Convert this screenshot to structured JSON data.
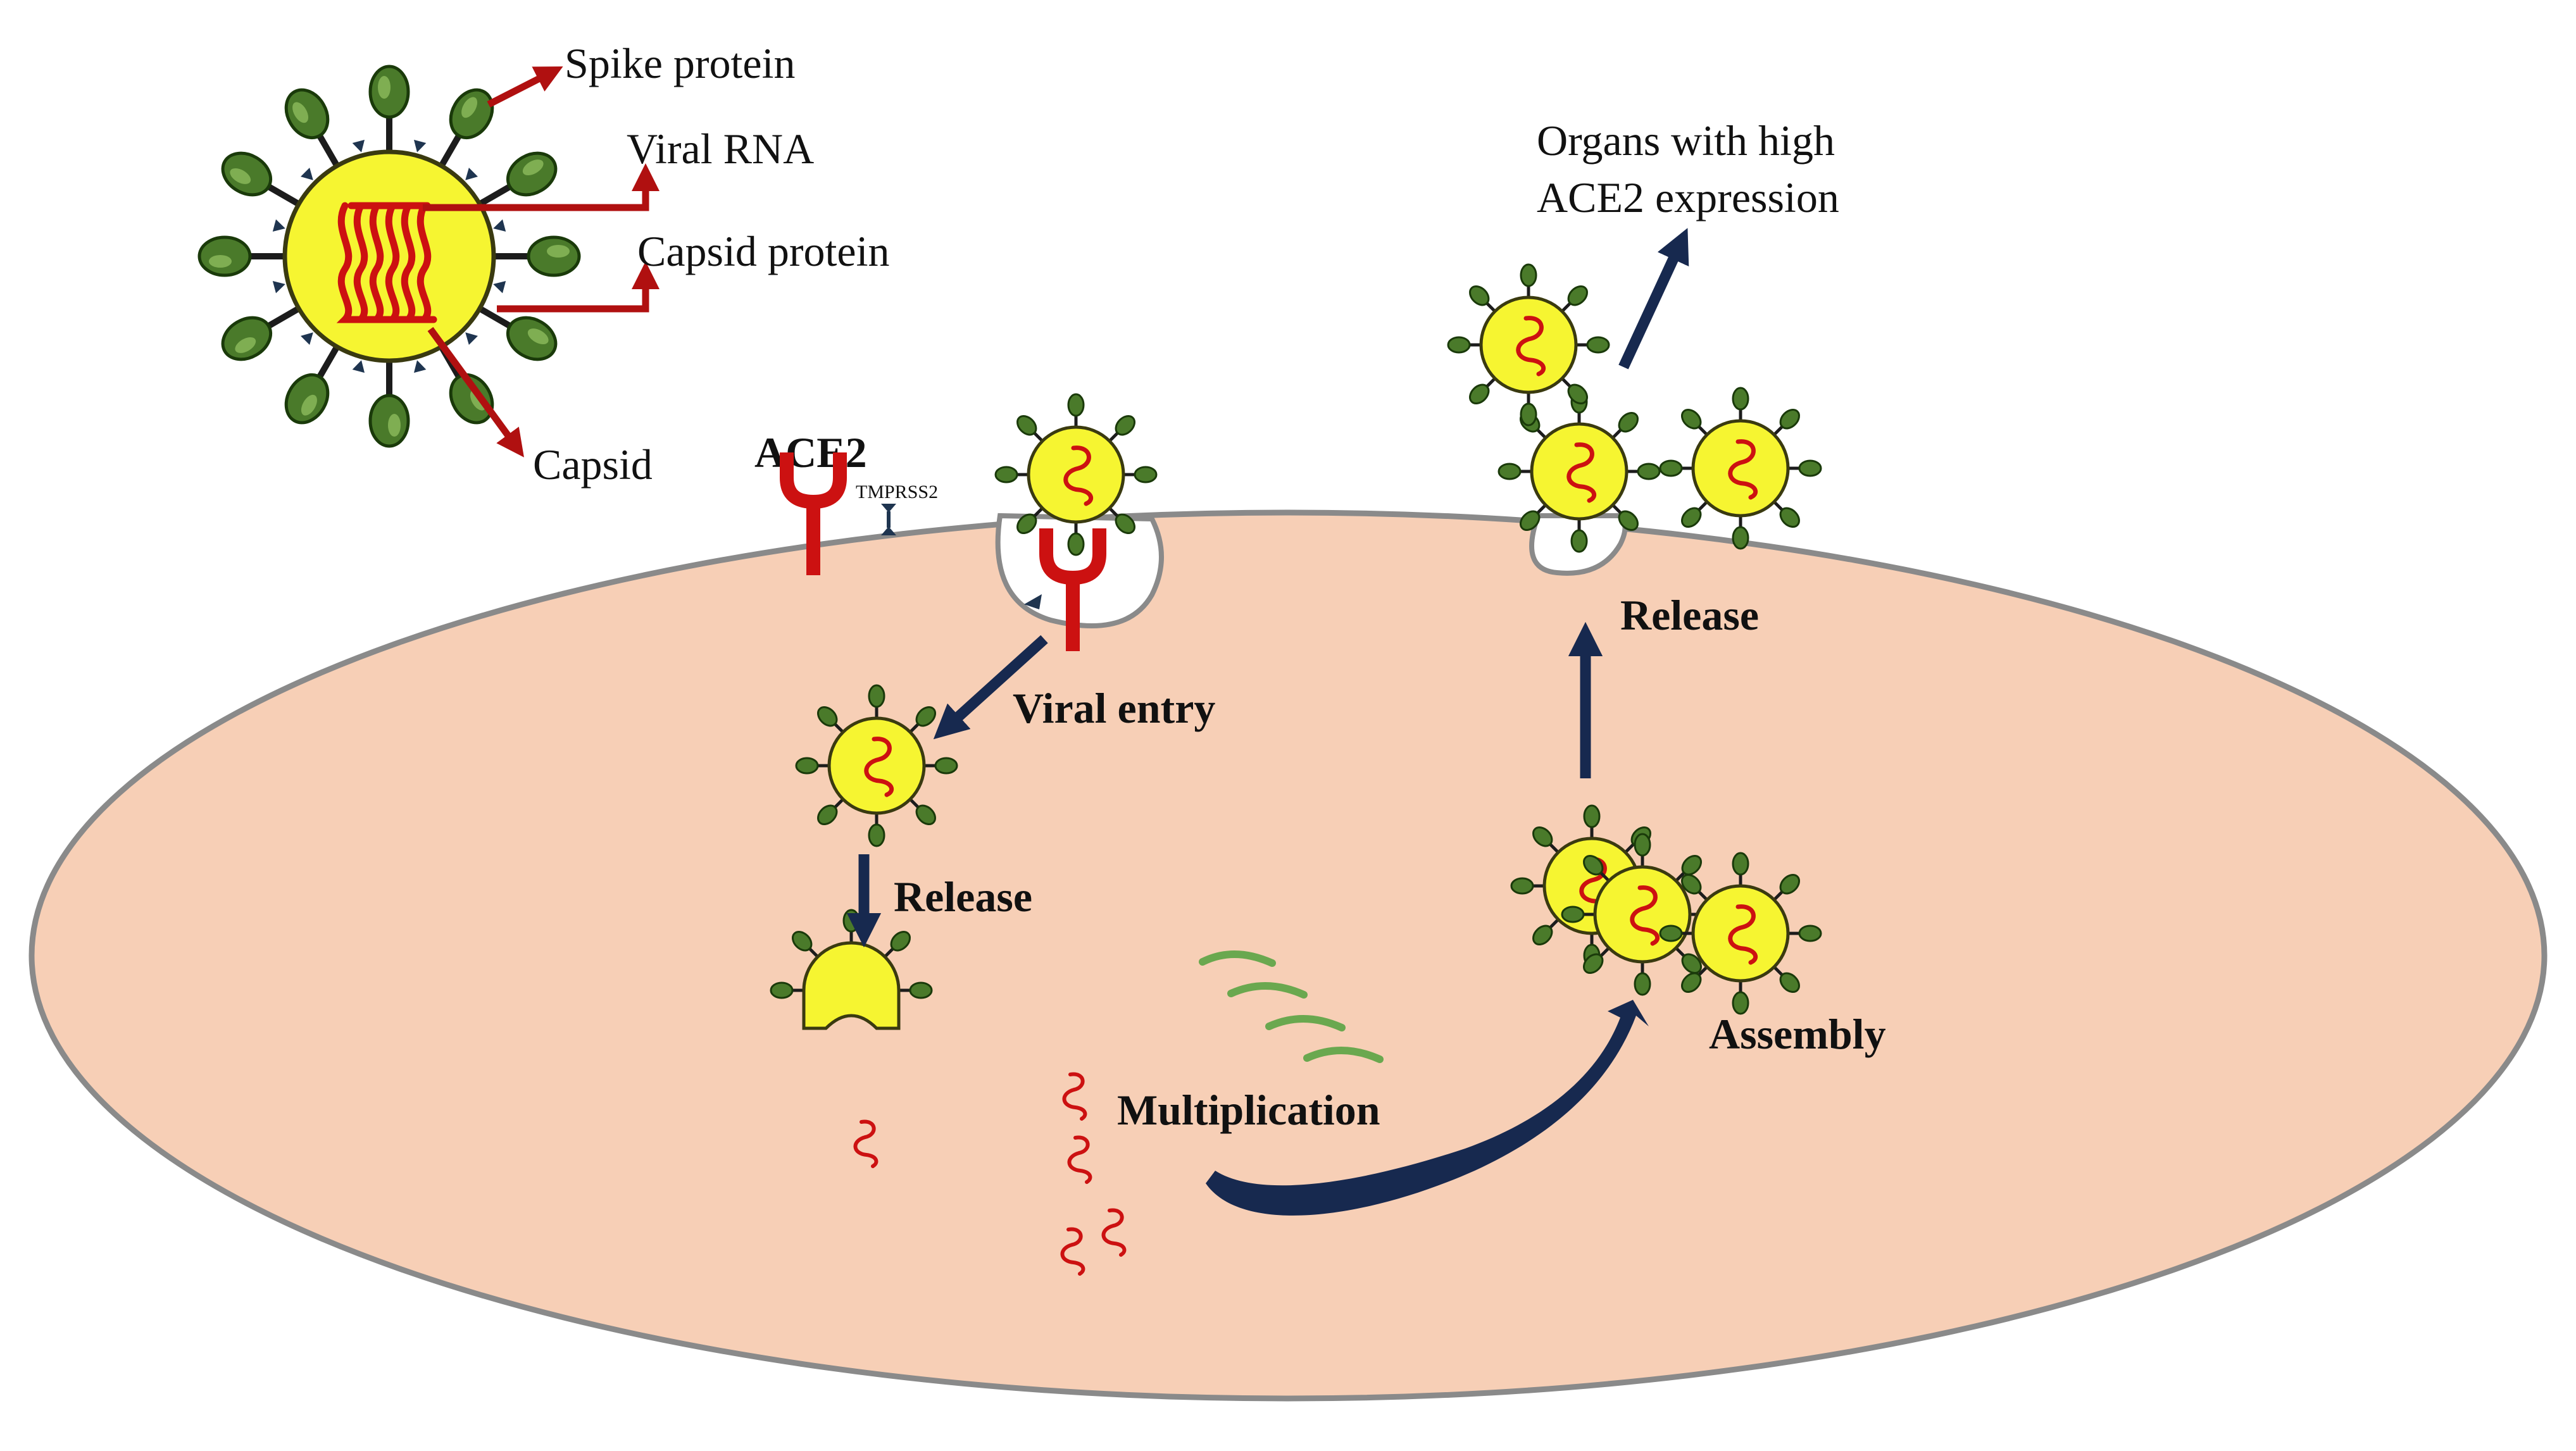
{
  "labels": {
    "spike_protein": "Spike protein",
    "viral_rna": "Viral RNA",
    "capsid_protein": "Capsid protein",
    "capsid": "Capsid",
    "ace2": "ACE2",
    "tmprss2": "TMPRSS2",
    "viral_entry": "Viral entry",
    "release_inner": "Release",
    "release_outer": "Release",
    "multiplication": "Multiplication",
    "assembly": "Assembly",
    "organs_line1": "Organs with high",
    "organs_line2": "ACE2 expression"
  },
  "colors": {
    "cell_fill": "#f7cfb6",
    "cell_stroke": "#8a8a8a",
    "virion_fill": "#f6f531",
    "spike_fill": "#4a7a2a",
    "rna": "#cc1111",
    "receptor": "#cc1111",
    "arrow": "#17294f",
    "label_arrow": "#b01010",
    "fragment": "#6aa84f"
  },
  "icons": {
    "virion": "virus-particle-icon",
    "receptor": "ace2-receptor-icon",
    "protease": "tmprss2-protease-icon",
    "rna": "rna-strand-icon"
  }
}
